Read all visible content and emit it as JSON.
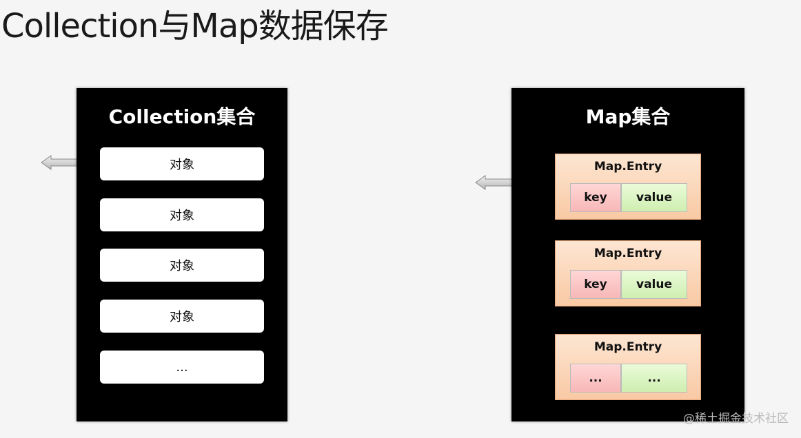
{
  "title": "Collection与Map数据保存",
  "collection": {
    "title": "Collection集合",
    "items": [
      "对象",
      "对象",
      "对象",
      "对象",
      "..."
    ]
  },
  "map": {
    "title": "Map集合",
    "entries": [
      {
        "label": "Map.Entry",
        "key": "key",
        "value": "value"
      },
      {
        "label": "Map.Entry",
        "key": "key",
        "value": "value"
      },
      {
        "label": "Map.Entry",
        "key": "...",
        "value": "..."
      }
    ]
  },
  "watermark": "@稀土掘金技术社区"
}
